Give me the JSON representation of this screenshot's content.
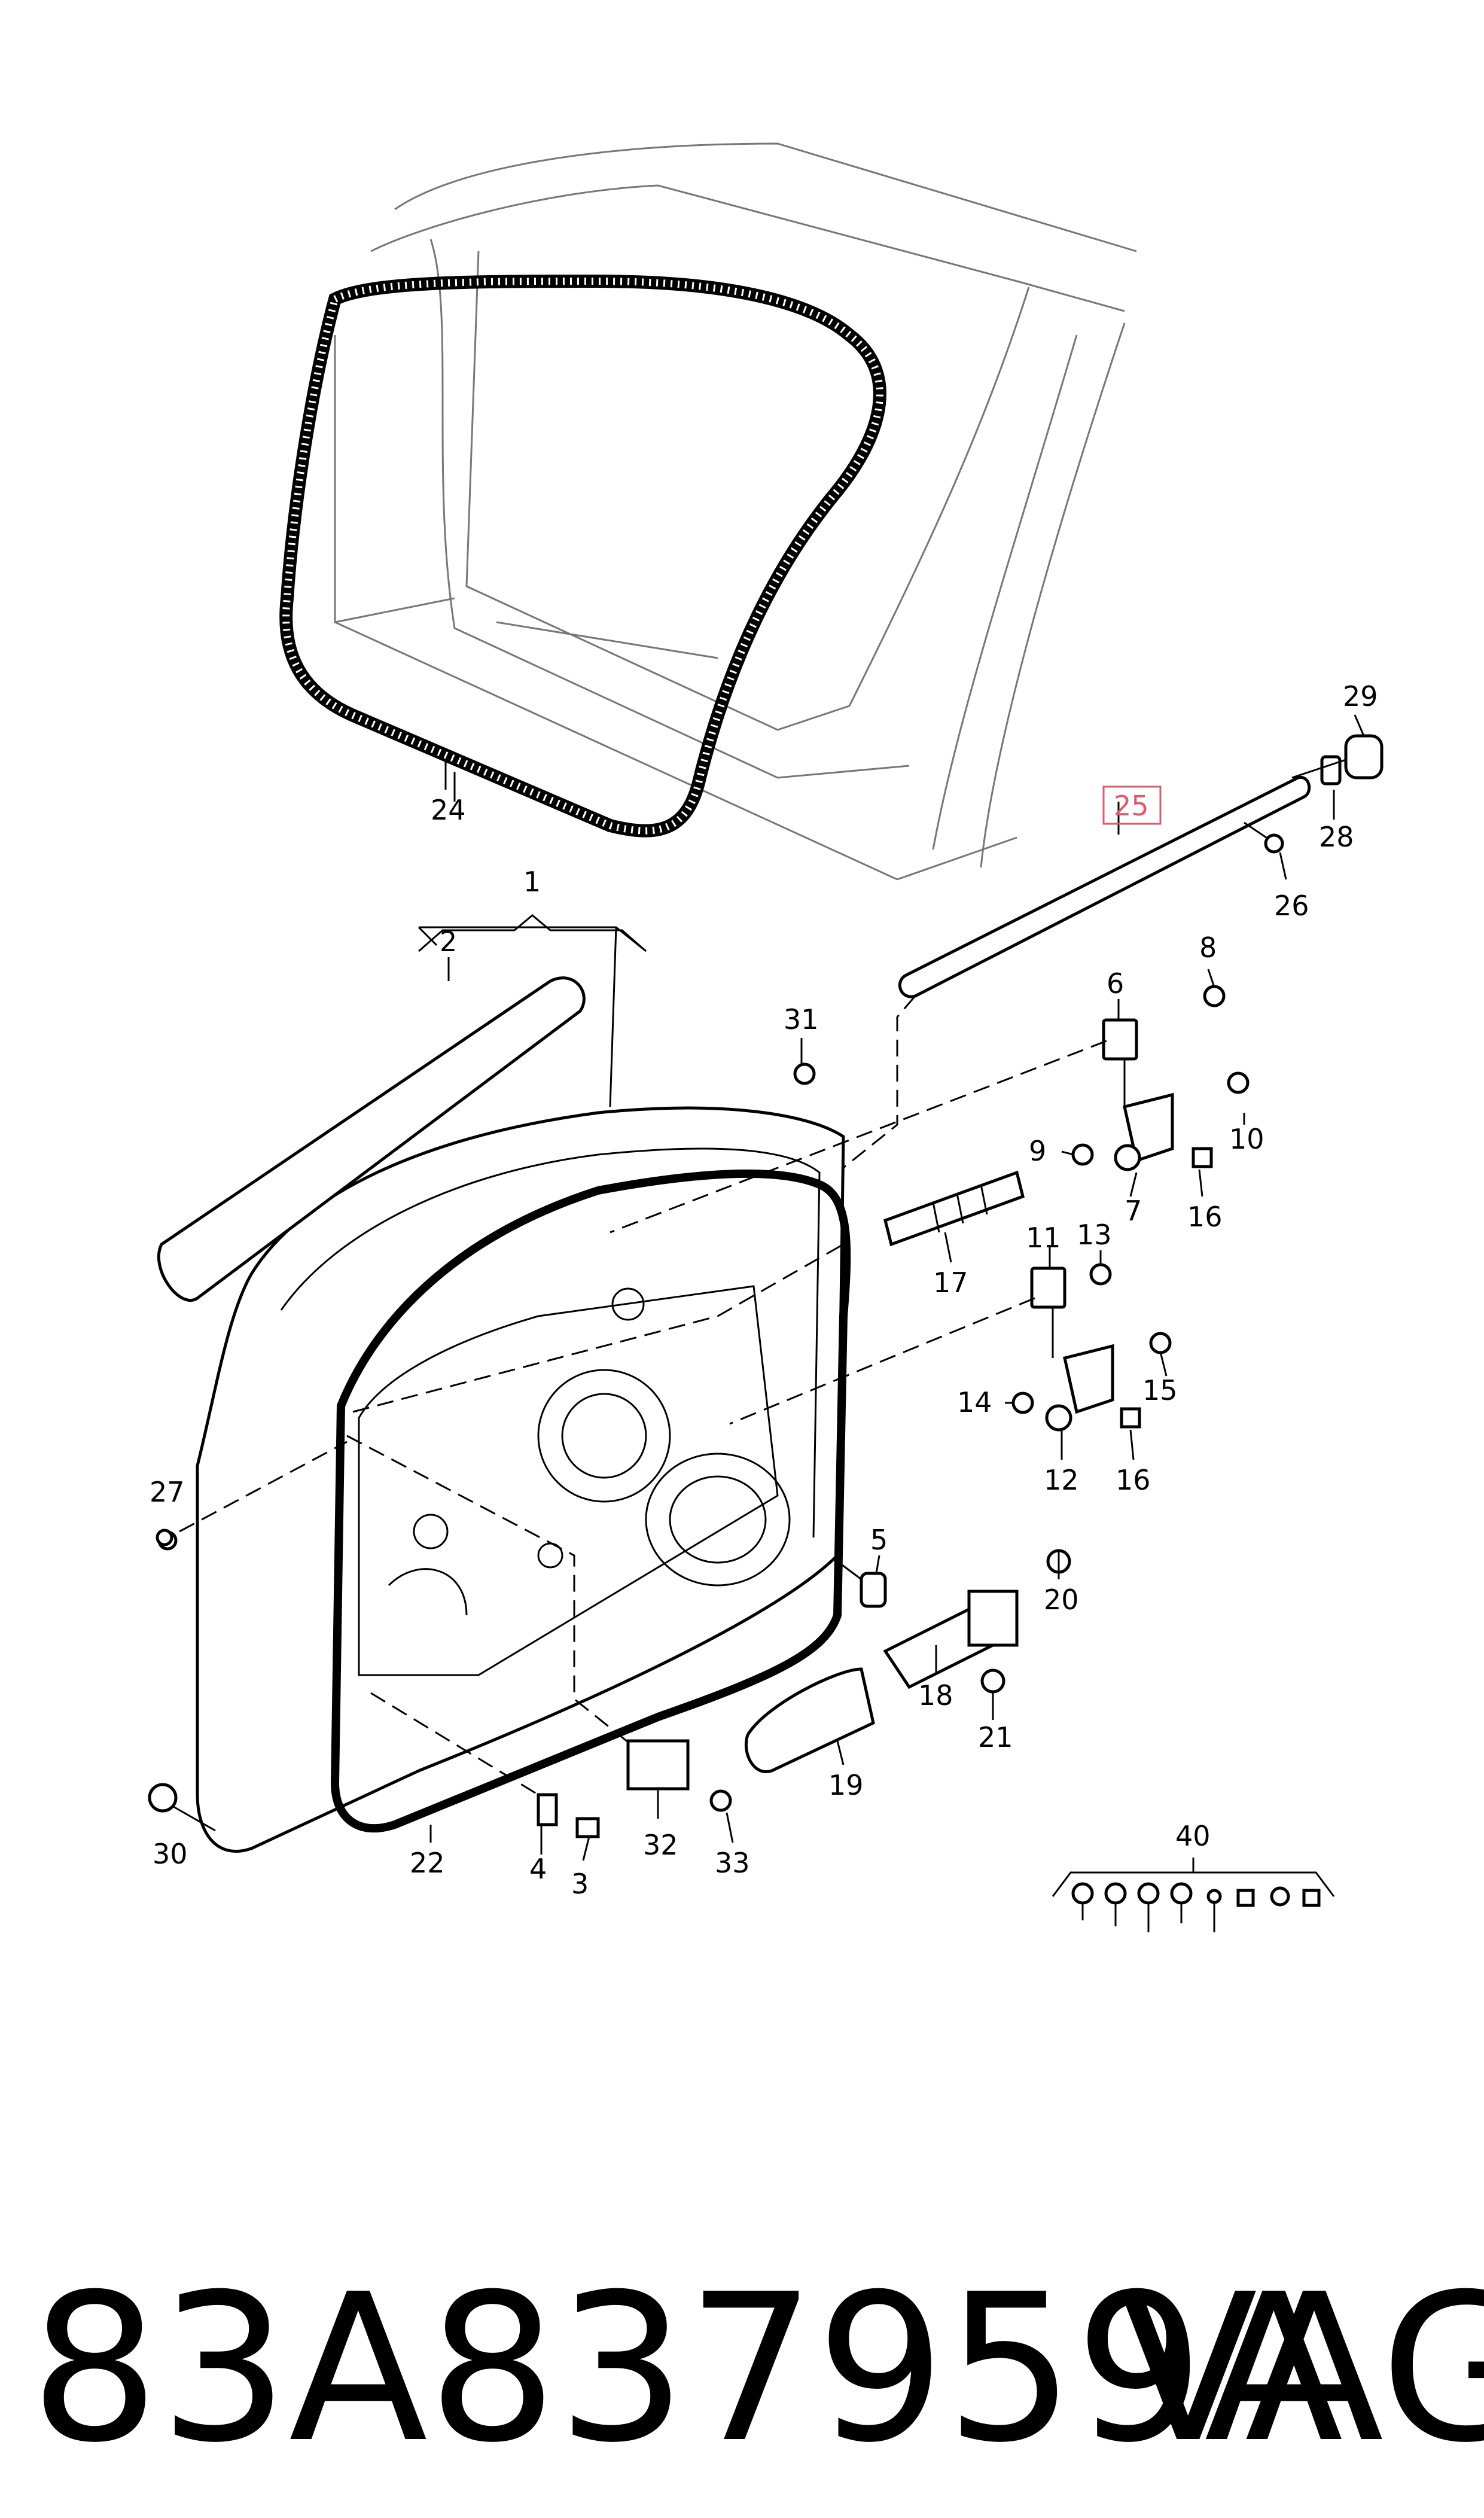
{
  "diagram": {
    "callouts": [
      "1",
      "2",
      "3",
      "4",
      "5",
      "6",
      "7",
      "8",
      "9",
      "10",
      "11",
      "12",
      "13",
      "14",
      "15",
      "16",
      "16",
      "17",
      "18",
      "19",
      "20",
      "21",
      "22",
      "24",
      "25",
      "26",
      "27",
      "28",
      "29",
      "30",
      "31",
      "32",
      "33",
      "40"
    ],
    "highlighted_callout": "25",
    "highlight_color": "#e05a6a"
  },
  "footer": {
    "part_number": "83A837959A",
    "brand": "VAG"
  }
}
